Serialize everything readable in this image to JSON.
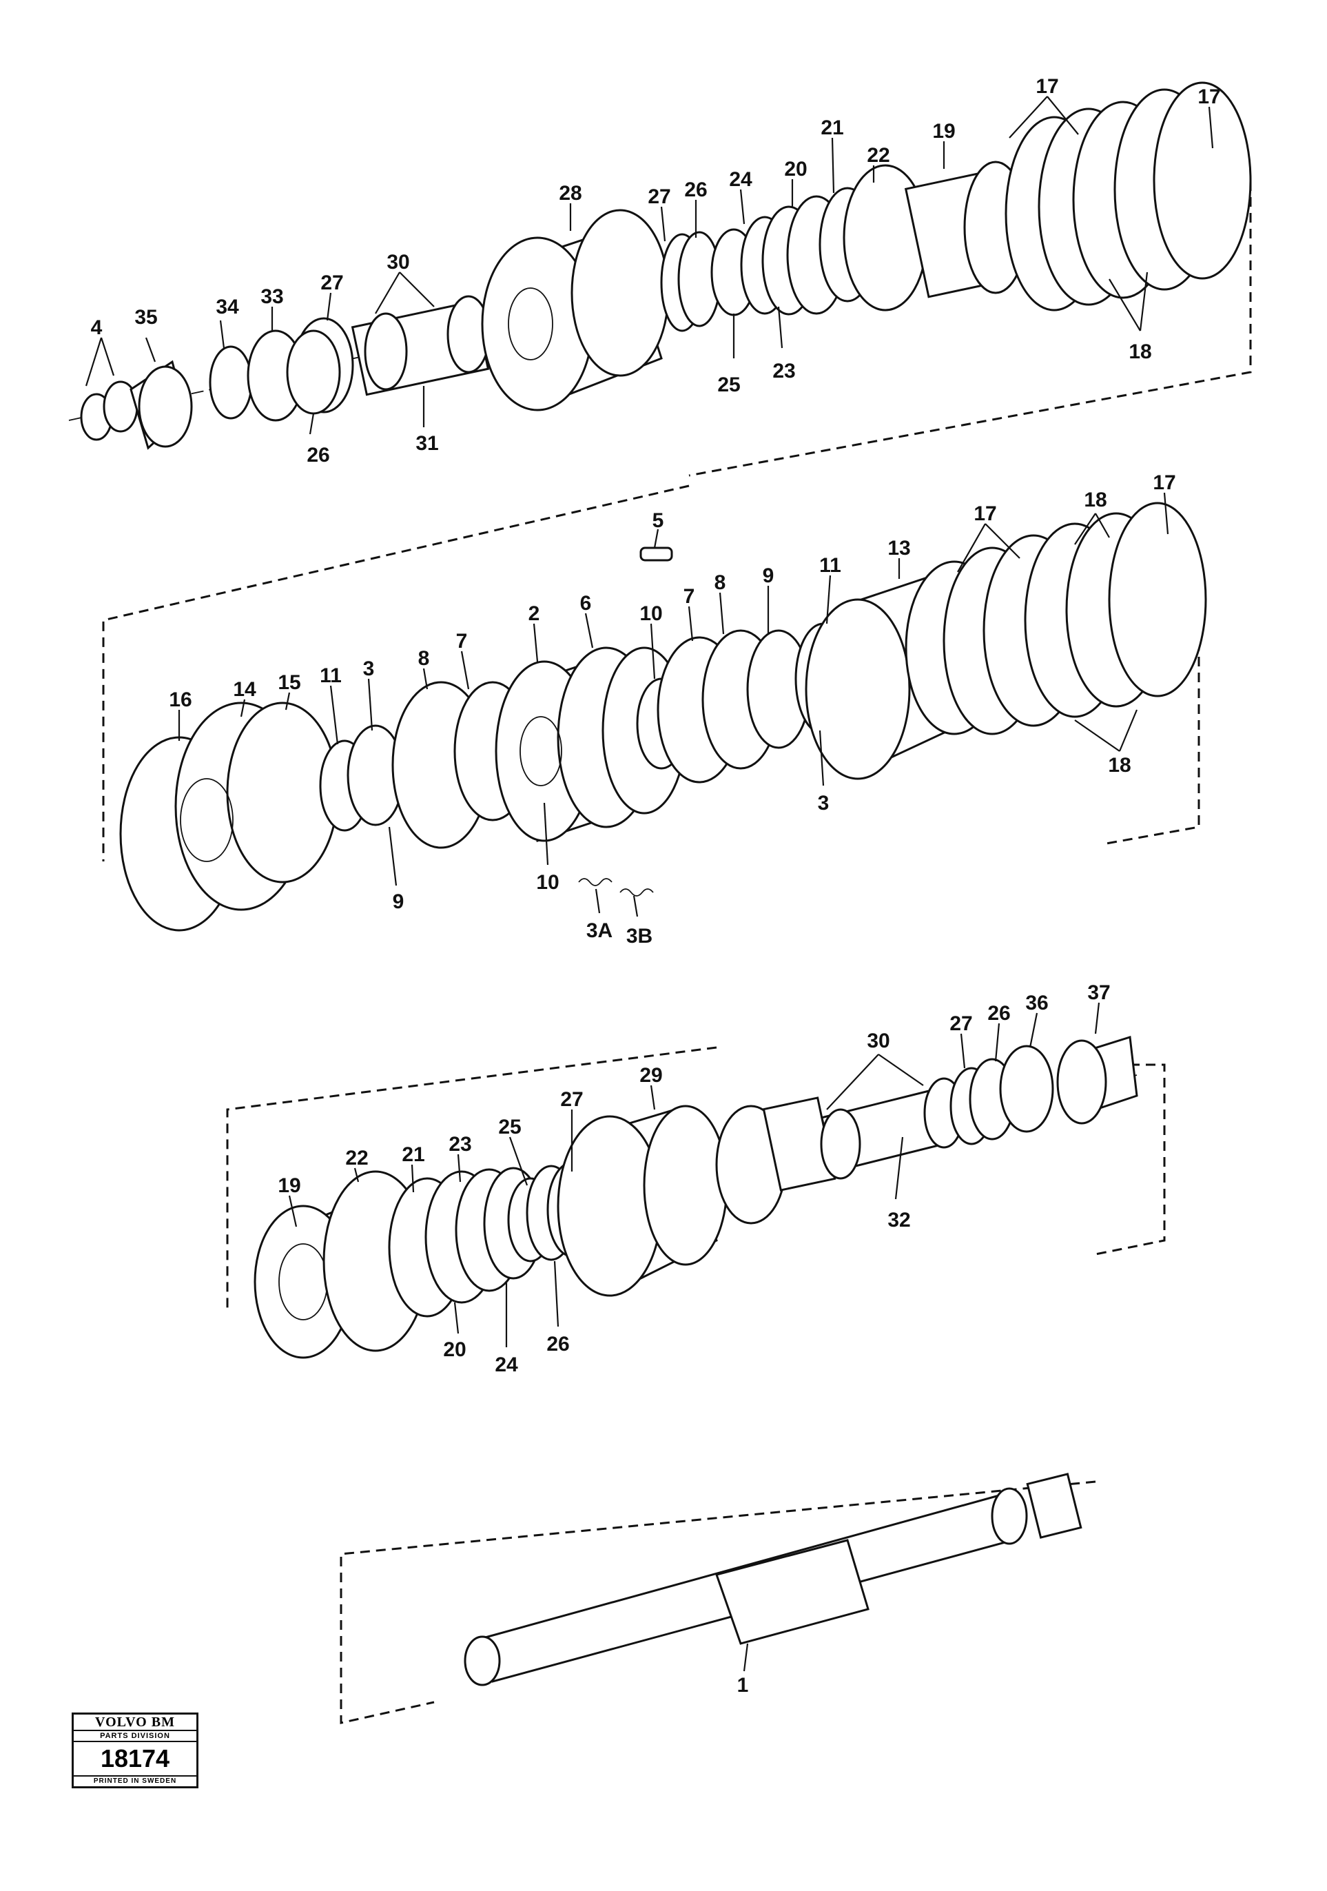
{
  "badge": {
    "brand": "VOLVO BM",
    "division": "PARTS DIVISION",
    "number": "18174",
    "printed": "PRINTED IN SWEDEN"
  },
  "groups": [
    {
      "id": "top",
      "labels": [
        "4",
        "35",
        "34",
        "33",
        "27",
        "26",
        "30",
        "31",
        "28",
        "27",
        "26",
        "25",
        "24",
        "23",
        "20",
        "21",
        "22",
        "19",
        "17",
        "17",
        "18"
      ]
    },
    {
      "id": "middle",
      "labels": [
        "5",
        "16",
        "14",
        "15",
        "11",
        "3",
        "8",
        "7",
        "2",
        "6",
        "10",
        "7",
        "8",
        "9",
        "11",
        "13",
        "17",
        "18",
        "17",
        "18",
        "3",
        "9",
        "10",
        "3A",
        "3B"
      ]
    },
    {
      "id": "lower",
      "labels": [
        "19",
        "22",
        "21",
        "23",
        "25",
        "27",
        "29",
        "30",
        "27",
        "26",
        "36",
        "37",
        "32",
        "20",
        "24",
        "26"
      ]
    },
    {
      "id": "shaft",
      "labels": [
        "1"
      ]
    }
  ],
  "labels": {
    "t4": "4",
    "t35": "35",
    "t34": "34",
    "t33": "33",
    "t27a": "27",
    "t26a": "26",
    "t30": "30",
    "t31": "31",
    "t28": "28",
    "t27b": "27",
    "t26b": "26",
    "t25": "25",
    "t24": "24",
    "t23": "23",
    "t20": "20",
    "t21": "21",
    "t22": "22",
    "t19": "19",
    "t17a": "17",
    "t17b": "17",
    "t18": "18",
    "m5": "5",
    "m16": "16",
    "m14": "14",
    "m15": "15",
    "m11a": "11",
    "m3a": "3",
    "m8a": "8",
    "m7a": "7",
    "m2": "2",
    "m6": "6",
    "m10a": "10",
    "m7b": "7",
    "m8b": "8",
    "m9a": "9",
    "m11b": "11",
    "m13": "13",
    "m17a": "17",
    "m18a": "18",
    "m17b": "17",
    "m18b": "18",
    "m3b": "3",
    "m9b": "9",
    "m10b": "10",
    "m3A": "3A",
    "m3B": "3B",
    "l19": "19",
    "l22": "22",
    "l21": "21",
    "l23": "23",
    "l25": "25",
    "l27a": "27",
    "l29": "29",
    "l30": "30",
    "l27b": "27",
    "l26a": "26",
    "l36": "36",
    "l37": "37",
    "l32": "32",
    "l20": "20",
    "l24": "24",
    "l26b": "26",
    "s1": "1"
  }
}
